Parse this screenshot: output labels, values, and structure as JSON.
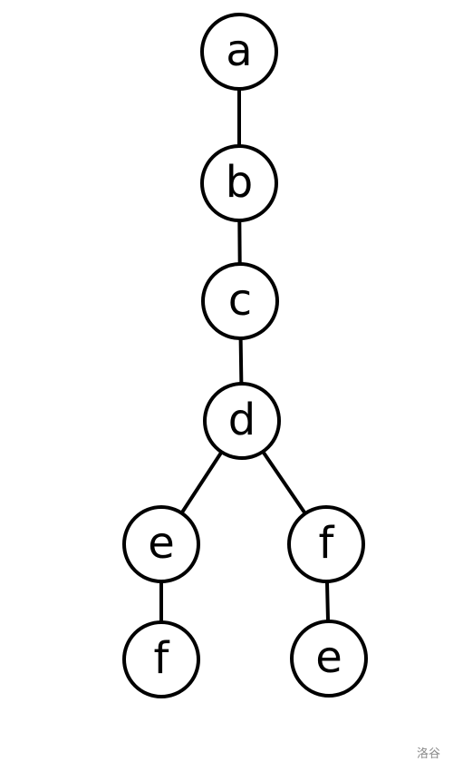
{
  "diagram": {
    "nodes": [
      {
        "id": "n1",
        "label": "a"
      },
      {
        "id": "n2",
        "label": "b"
      },
      {
        "id": "n3",
        "label": "c"
      },
      {
        "id": "n4",
        "label": "d"
      },
      {
        "id": "n5",
        "label": "e"
      },
      {
        "id": "n6",
        "label": "f"
      },
      {
        "id": "n7",
        "label": "f"
      },
      {
        "id": "n8",
        "label": "e"
      }
    ],
    "edges": [
      {
        "from": "n1",
        "to": "n2"
      },
      {
        "from": "n2",
        "to": "n3"
      },
      {
        "from": "n3",
        "to": "n4"
      },
      {
        "from": "n4",
        "to": "n5"
      },
      {
        "from": "n4",
        "to": "n6"
      },
      {
        "from": "n5",
        "to": "n7"
      },
      {
        "from": "n6",
        "to": "n8"
      }
    ]
  },
  "watermark": {
    "text": "洛谷"
  }
}
